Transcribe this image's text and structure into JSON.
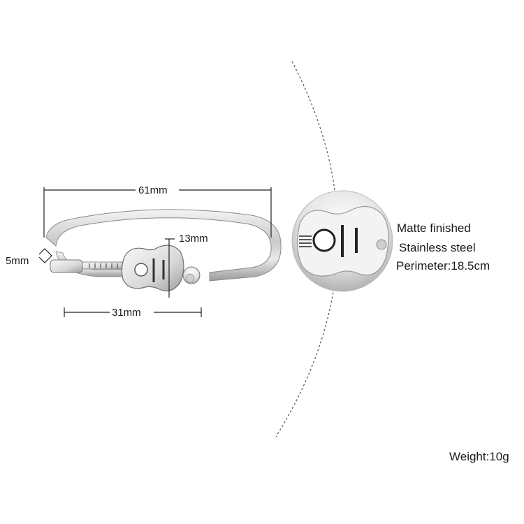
{
  "dimensions": {
    "bangle_width": "61mm",
    "band_width": "5mm",
    "charm_height": "13mm",
    "charm_length": "31mm"
  },
  "features": [
    "Matte finished",
    "Stainless steel",
    "Perimeter:18.5cm"
  ],
  "weight": "Weight:10g",
  "colors": {
    "background": "#ffffff",
    "steel_light": "#eeeeee",
    "steel_mid": "#bdbdbd",
    "steel_dark": "#7a7a7a",
    "text": "#1a1a1a"
  }
}
